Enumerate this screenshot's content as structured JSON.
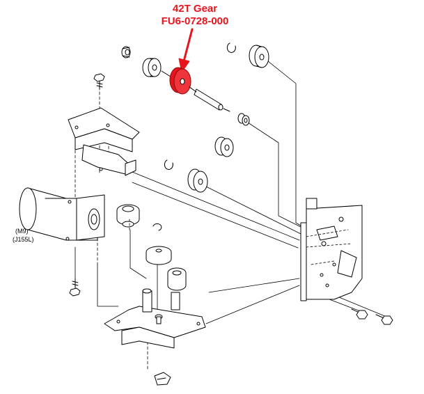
{
  "callout": {
    "part_name": "42T Gear",
    "part_number": "FU6-0728-000",
    "highlight_color": "#e8141c"
  },
  "labels": {
    "motor_id": "(M9)",
    "connector_id": "(J155L)"
  },
  "colors": {
    "line": "#000000",
    "background": "#ffffff"
  }
}
